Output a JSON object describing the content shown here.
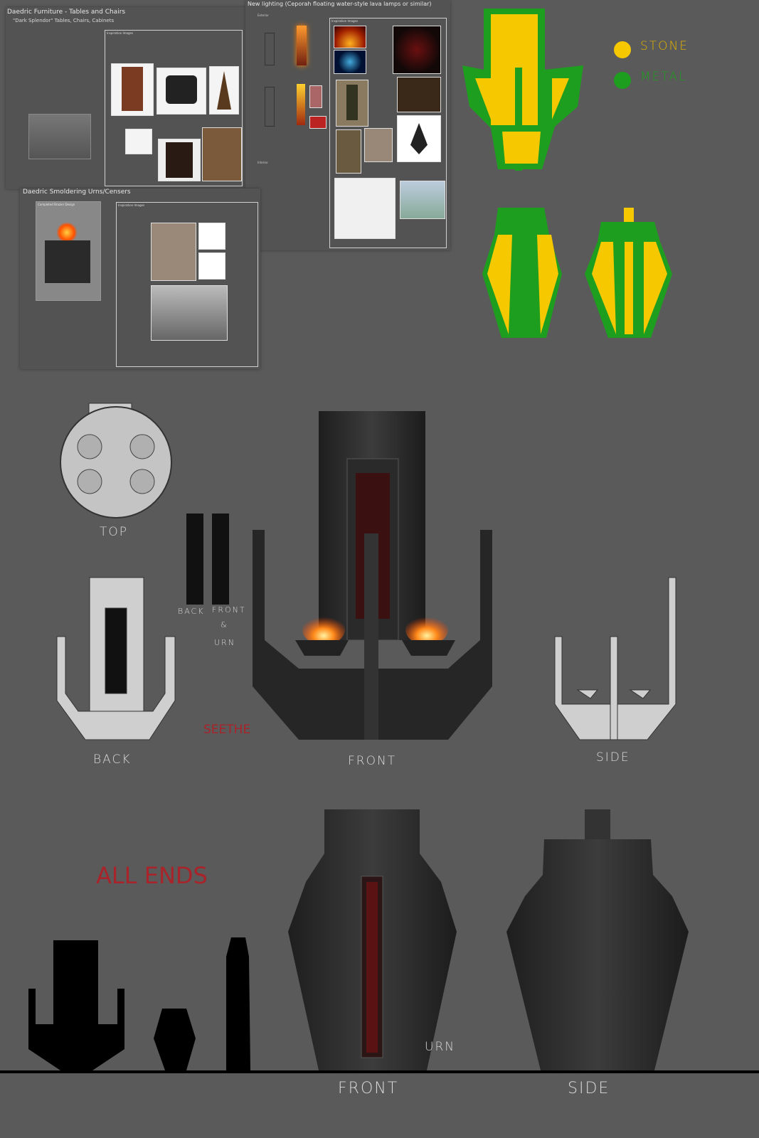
{
  "furniture_panel": {
    "title": "Daedric Furniture - Tables and Chairs",
    "subtitle": "\"Dark Splendor\" Tables, Chairs, Cabinets",
    "inspiration_label": "Inspiration Images"
  },
  "lighting_panel": {
    "title": "New lighting (Ceporah floating water-style lava lamps or similar)",
    "exterior_label": "Exterior",
    "interior_label": "Interior",
    "inspiration_label": "Inspiration Images"
  },
  "urns_panel": {
    "title": "Daedric Smoldering Urns/Censers",
    "design_label": "Completed Brazier Design",
    "inspiration_label": "Inspiration Images"
  },
  "legend": {
    "items": [
      {
        "label": "STONE",
        "color": "#f5c800"
      },
      {
        "label": "METAL",
        "color": "#1e9e1e"
      }
    ]
  },
  "brazier_views": {
    "top": "TOP",
    "back": "BACK",
    "front": "FRONT",
    "side": "SIDE",
    "glyph_back": "BACK",
    "glyph_front": "FRONT",
    "glyph_and": "&",
    "glyph_urn": "URN"
  },
  "inscriptions": {
    "seethe": "SEETHE",
    "all_ends": "ALL ENDS"
  },
  "urn_views": {
    "urn": "URN",
    "front": "FRONT",
    "side": "SIDE"
  }
}
